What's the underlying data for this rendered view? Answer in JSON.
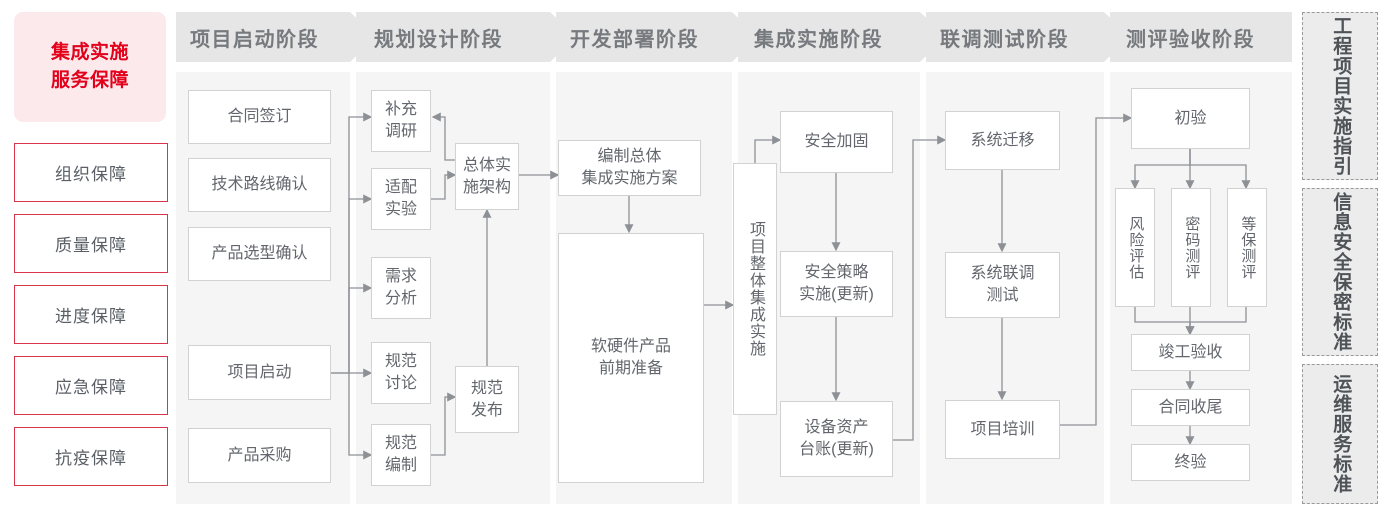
{
  "guarantee": {
    "title": "集成实施\n服务保障",
    "title_line1": "集成实施",
    "title_line2": "服务保障",
    "items": [
      {
        "label": "组织保障"
      },
      {
        "label": "质量保障"
      },
      {
        "label": "进度保障"
      },
      {
        "label": "应急保障"
      },
      {
        "label": "抗疫保障"
      }
    ],
    "accent_color": "#d9354a",
    "title_bg": "#fce9ec",
    "title_color": "#e3001b"
  },
  "stages": [
    {
      "name": "stage-project-initiation",
      "label": "项目启动阶段"
    },
    {
      "name": "stage-planning-design",
      "label": "规划设计阶段"
    },
    {
      "name": "stage-develop-deploy",
      "label": "开发部署阶段"
    },
    {
      "name": "stage-integration",
      "label": "集成实施阶段"
    },
    {
      "name": "stage-joint-test",
      "label": "联调测试阶段"
    },
    {
      "name": "stage-evaluation-accept",
      "label": "测评验收阶段"
    }
  ],
  "nodes": {
    "n1": "合同签订",
    "n2": "技术路线确认",
    "n3": "产品选型确认",
    "n4": "项目启动",
    "n5": "产品采购",
    "n6": "补充\n调研",
    "n7": "适配\n实验",
    "n8": "需求\n分析",
    "n9": "规范\n讨论",
    "n10": "规范\n编制",
    "n11": "总体实\n施架构",
    "n12": "规范\n发布",
    "n13": "编制总体\n集成实施方案",
    "n14": "软硬件产品\n前期准备",
    "n15": "项目整体集成实施",
    "n16": "安全加固",
    "n17": "安全策略\n实施(更新)",
    "n18": "设备资产\n台账(更新)",
    "n19": "系统迁移",
    "n20": "系统联调\n测试",
    "n21": "项目培训",
    "n22": "初验",
    "n23": "风险评估",
    "n24": "密码测评",
    "n25": "等保测评",
    "n26": "竣工验收",
    "n27": "合同收尾",
    "n28": "终验"
  },
  "rails": [
    {
      "name": "rail-engineering-guide",
      "label": "工程项目实施指引"
    },
    {
      "name": "rail-security-standard",
      "label": "信息安全保密标准"
    },
    {
      "name": "rail-ops-standard",
      "label": "运维服务标准"
    }
  ],
  "colors": {
    "stage_banner_bg": "#e6e6e6",
    "stage_body_bg": "#f5f5f5",
    "node_border": "#d2d2d2",
    "node_text": "#63676d",
    "wire": "#8d9196",
    "rail_bg": "#ececec",
    "rail_border": "#9a9a9a"
  }
}
